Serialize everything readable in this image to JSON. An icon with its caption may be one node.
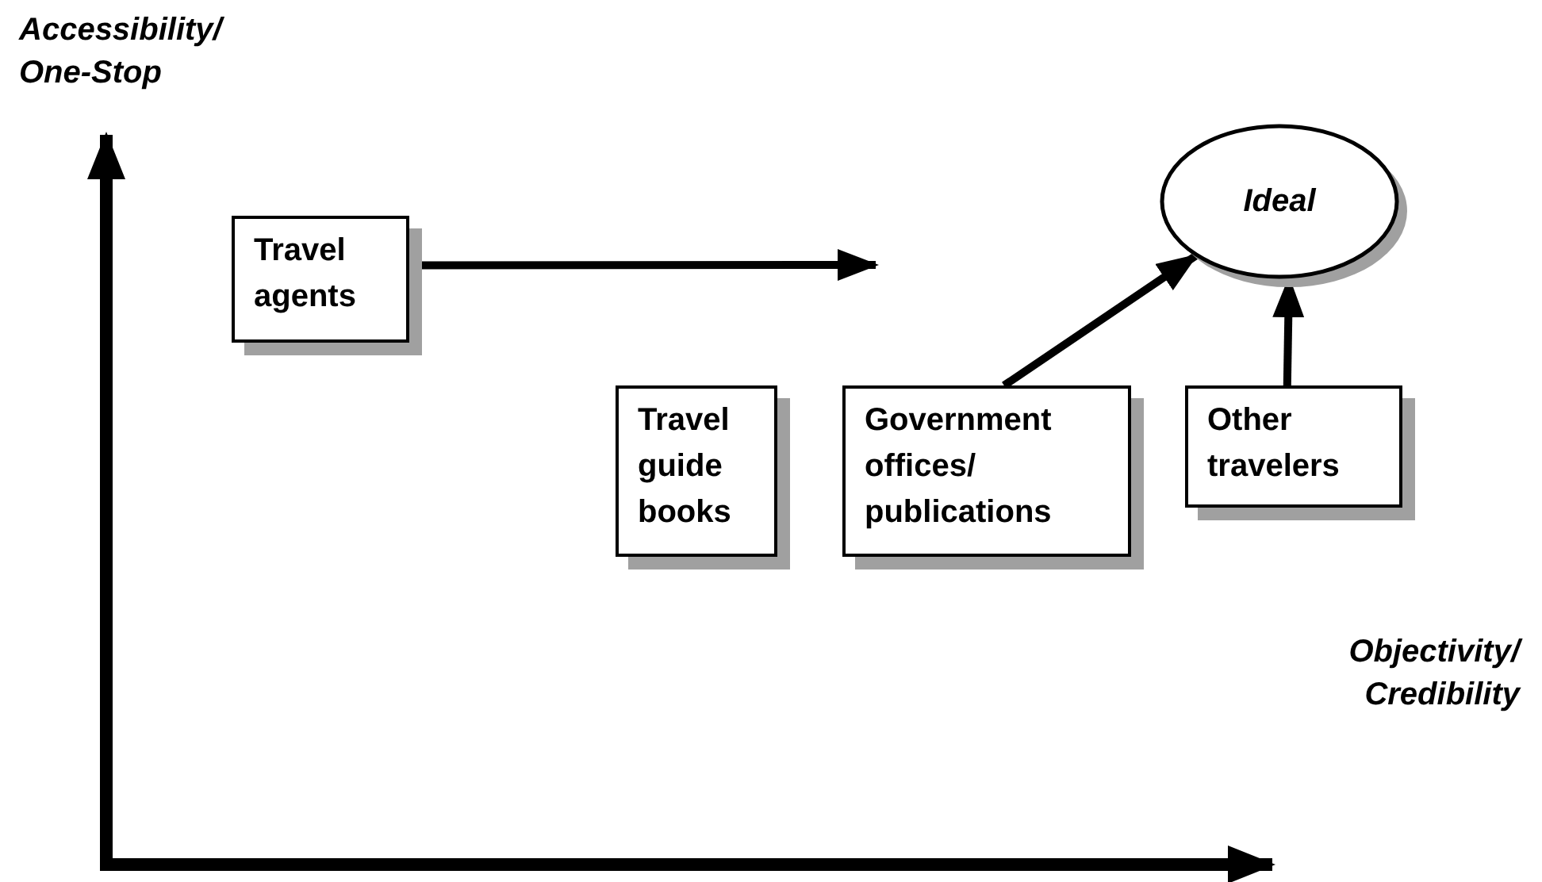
{
  "diagram": {
    "nodes": [
      {
        "text": [
          "Travel agents"
        ]
      },
      {
        "text": [
          "Ideal"
        ]
      },
      {
        "text": [
          "Travel guide books"
        ]
      },
      {
        "text": [
          "Government offices/ publications"
        ]
      },
      {
        "text": [
          "Other travelers"
        ]
      }
    ],
    "edges": [
      {
        "from": 0,
        "to": null,
        "arrow": "to"
      },
      {
        "from": 3,
        "to": 1,
        "arrow": "to"
      },
      {
        "from": 4,
        "to": 1,
        "arrow": "to"
      }
    ],
    "labels": [
      "Accessibility/ One-Stop",
      "Objectivity/ Credibility"
    ]
  }
}
